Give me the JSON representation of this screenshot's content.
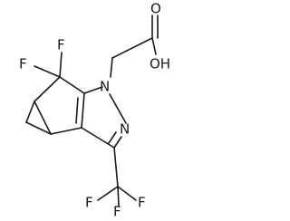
{
  "molecule": {
    "atoms": {
      "f1": "F",
      "f2": "F",
      "n1": "N",
      "n2": "N",
      "o_carbonyl": "O",
      "oh": "OH",
      "f3": "F",
      "f4": "F",
      "f5": "F"
    }
  },
  "colors": {
    "ink": "#1a1a1a",
    "background": "#ffffff"
  }
}
